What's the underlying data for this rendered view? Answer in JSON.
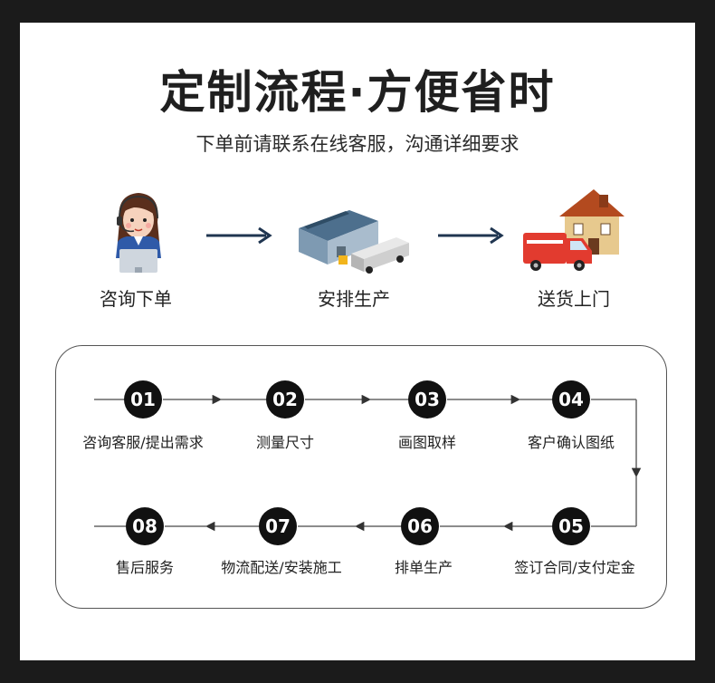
{
  "title": "定制流程·方便省时",
  "subtitle": "下单前请联系在线客服，沟通详细要求",
  "top_steps": [
    {
      "label": "咨询下单",
      "icon": "customer-service-agent-icon"
    },
    {
      "label": "安排生产",
      "icon": "factory-truck-icon"
    },
    {
      "label": "送货上门",
      "icon": "delivery-van-house-icon"
    }
  ],
  "process": [
    {
      "num": "01",
      "label": "咨询客服/提出需求"
    },
    {
      "num": "02",
      "label": "测量尺寸"
    },
    {
      "num": "03",
      "label": "画图取样"
    },
    {
      "num": "04",
      "label": "客户确认图纸"
    },
    {
      "num": "05",
      "label": "签订合同/支付定金"
    },
    {
      "num": "06",
      "label": "排单生产"
    },
    {
      "num": "07",
      "label": "物流配送/安装施工"
    },
    {
      "num": "08",
      "label": "售后服务"
    }
  ]
}
